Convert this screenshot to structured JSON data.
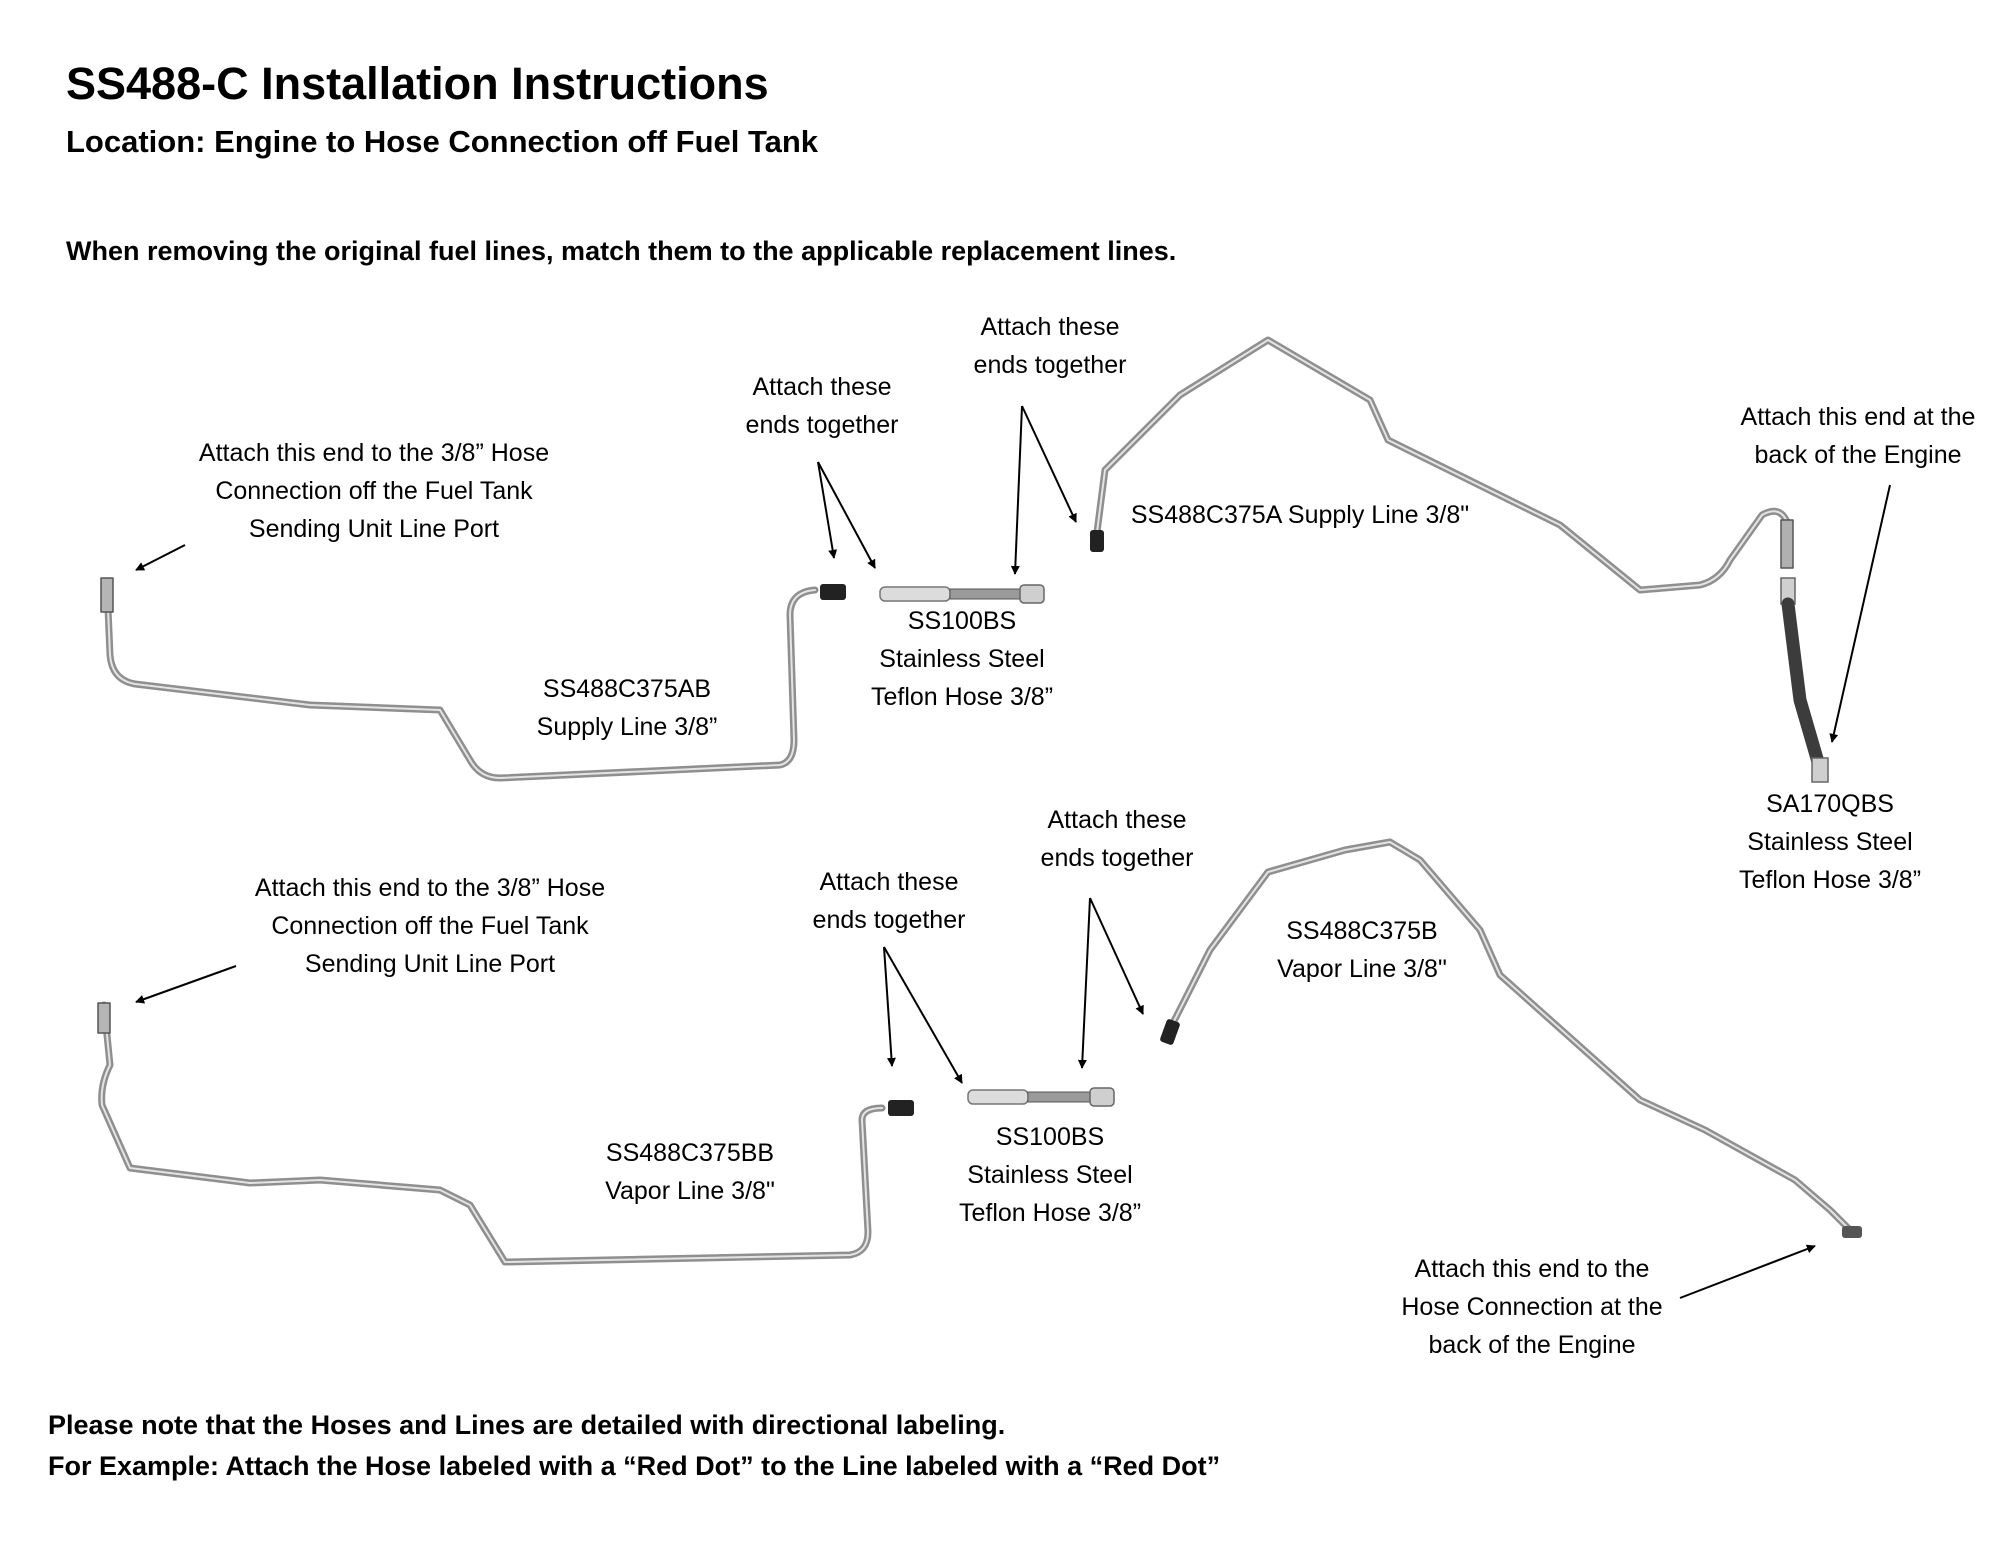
{
  "header": {
    "title": "SS488-C Installation Instructions",
    "subtitle": "Location:  Engine to Hose Connection off Fuel Tank",
    "instruction": "When removing the original fuel lines, match them to the applicable replacement lines."
  },
  "supply_diagram": {
    "tank_end_note": [
      "Attach this end to the 3/8” Hose",
      "Connection off the Fuel Tank",
      "Sending Unit Line Port"
    ],
    "line_ab": [
      "SS488C375AB",
      "Supply Line 3/8”"
    ],
    "attach_left": [
      "Attach these",
      "ends together"
    ],
    "attach_right": [
      "Attach these",
      "ends together"
    ],
    "hose": [
      "SS100BS",
      "Stainless Steel",
      "Teflon Hose 3/8”"
    ],
    "line_a": "SS488C375A Supply Line 3/8\"",
    "engine_end_note": [
      "Attach this end at the",
      "back of the Engine"
    ],
    "engine_hose": [
      "SA170QBS",
      "Stainless Steel",
      "Teflon Hose 3/8”"
    ]
  },
  "vapor_diagram": {
    "tank_end_note": [
      "Attach this end to the 3/8” Hose",
      "Connection off the Fuel Tank",
      "Sending Unit Line Port"
    ],
    "attach_left": [
      "Attach these",
      "ends together"
    ],
    "attach_right": [
      "Attach these",
      "ends together"
    ],
    "line_b": [
      "SS488C375B",
      "Vapor Line 3/8\""
    ],
    "line_bb": [
      "SS488C375BB",
      "Vapor Line 3/8\""
    ],
    "hose": [
      "SS100BS",
      "Stainless Steel",
      "Teflon Hose 3/8”"
    ],
    "engine_end_note": [
      "Attach this end to the",
      "Hose Connection at the",
      "back of the Engine"
    ]
  },
  "footer": {
    "note1": "Please note that the Hoses and Lines are detailed with directional labeling.",
    "note2": "For Example: Attach the Hose labeled with a “Red Dot” to the Line labeled with a “Red Dot”"
  },
  "colors": {
    "tube": "#8f8f8f",
    "tube_highlight": "#e4e4e4",
    "arrow": "#000000"
  }
}
